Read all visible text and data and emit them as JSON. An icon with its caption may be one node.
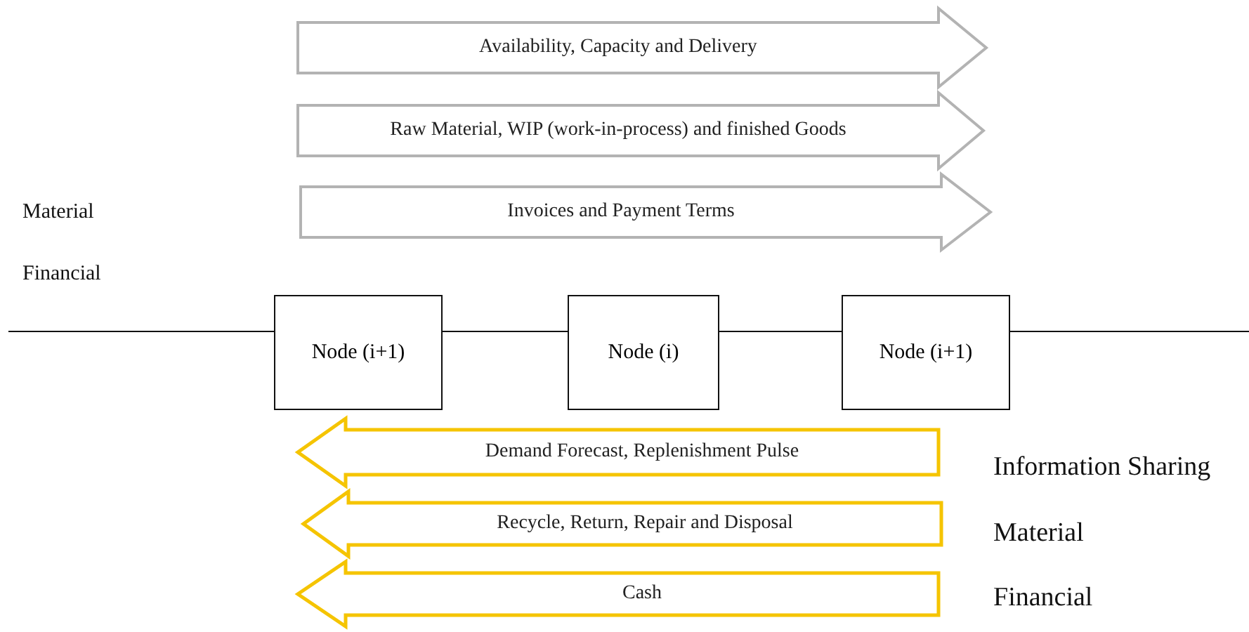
{
  "diagram": {
    "nodes": [
      {
        "text": [
          "Availability, Capacity and Delivery"
        ]
      },
      {
        "text": [
          "Raw Material, WIP (work-in-process) and finished Goods"
        ]
      },
      {
        "text": [
          "Invoices and Payment Terms"
        ]
      },
      {
        "text": [
          "Node (i+1)"
        ]
      },
      {
        "text": [
          "Node (i)"
        ]
      },
      {
        "text": [
          "Node (i+1)"
        ]
      },
      {
        "text": [
          "Demand Forecast, Replenishment Pulse"
        ]
      },
      {
        "text": [
          "Recycle, Return, Repair and Disposal"
        ]
      },
      {
        "text": [
          "Cash"
        ]
      }
    ],
    "edges": [
      {
        "from": null,
        "to": 3,
        "arrow": "none"
      },
      {
        "from": 3,
        "to": 4,
        "arrow": "none"
      },
      {
        "from": 4,
        "to": 5,
        "arrow": "none"
      },
      {
        "from": 5,
        "to": null,
        "arrow": "none"
      }
    ],
    "labels": [
      "Material",
      "Financial",
      "Information Sharing",
      "Material",
      "Financial"
    ]
  }
}
